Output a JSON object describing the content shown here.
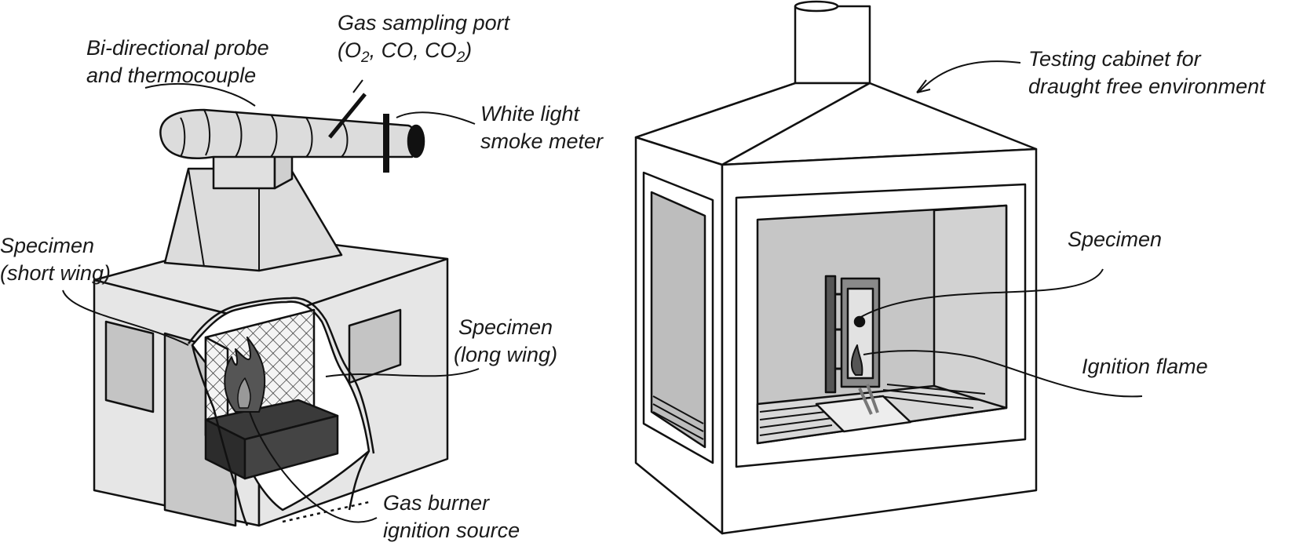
{
  "labels": {
    "probe_line1": "Bi-directional probe",
    "probe_line2": "and thermocouple",
    "gas_port_line1": "Gas sampling port",
    "gas_port_o": "(O",
    "gas_port_sub1": "2",
    "gas_port_mid": ", CO, CO",
    "gas_port_sub2": "2",
    "gas_port_end": ")",
    "smoke_line1": "White light",
    "smoke_line2": "smoke meter",
    "short_wing_line1": "Specimen",
    "short_wing_line2": "(short wing)",
    "long_wing_line1": "Specimen",
    "long_wing_line2": "(long wing)",
    "burner_line1": "Gas burner",
    "burner_line2": "ignition source",
    "cabinet_line1": "Testing cabinet for",
    "cabinet_line2": "draught free environment",
    "specimen_right": "Specimen",
    "ignition_flame": "Ignition flame"
  },
  "colors": {
    "outline": "#111111",
    "panel_light": "#e2e2e2",
    "panel_mid": "#c9c9c9",
    "window": "#bdbdbd",
    "burner": "#3a3a3a",
    "white": "#ffffff"
  }
}
